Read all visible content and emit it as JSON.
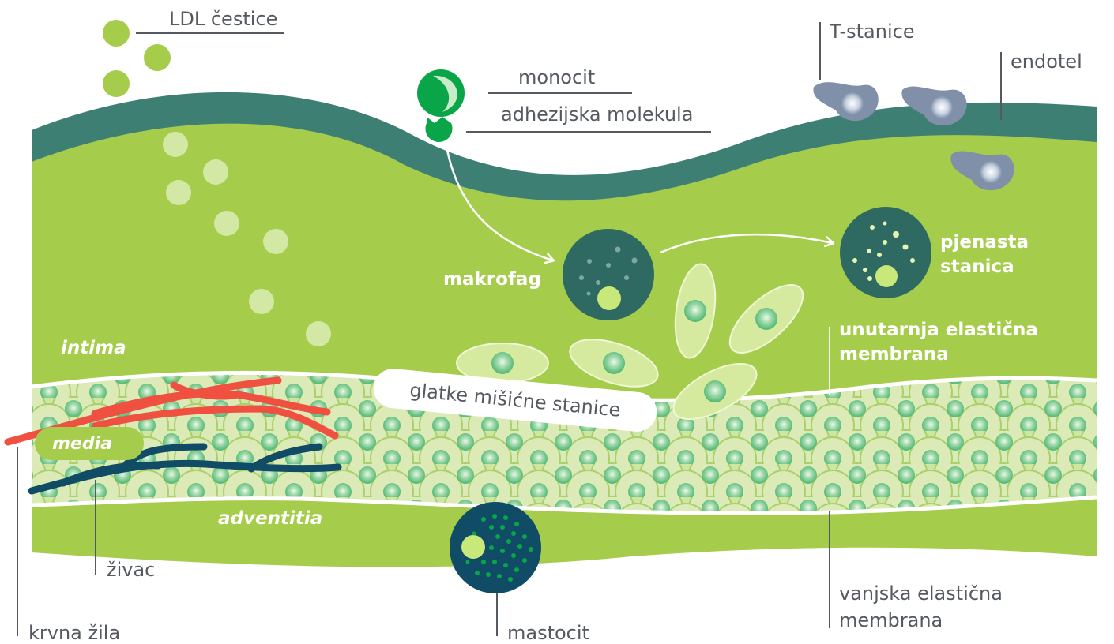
{
  "labels": {
    "ldl": "LDL čestice",
    "monocit": "monocit",
    "adhezijska": "adhezijska molekula",
    "t_stanice": "T-stanice",
    "endotel": "endotel",
    "makrofag": "makrofag",
    "pjenasta_1": "pjenasta",
    "pjenasta_2": "stanica",
    "unutarnja_1": "unutarnja elastična",
    "unutarnja_2": "membrana",
    "intima": "intima",
    "glatke": "glatke mišićne stanice",
    "media": "media",
    "adventitia": "adventitia",
    "zivac": "živac",
    "krvna_zila": "krvna žila",
    "mastocit": "mastocit",
    "vanjska_1": "vanjska elastična",
    "vanjska_2": "membrana"
  },
  "colors": {
    "lime": "#a5cc4a",
    "dark_teal": "#3e7f74",
    "cell_teal": "#2f6a62",
    "monocyte_green": "#0aa548",
    "t_cell": "#7f90a8",
    "vessel_red": "#ef5040",
    "nerve_navy": "#114c66",
    "text_gray": "#555a60"
  }
}
